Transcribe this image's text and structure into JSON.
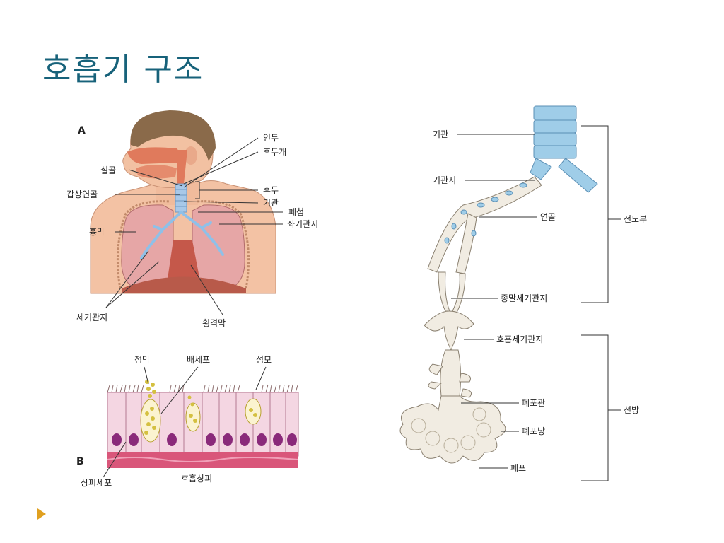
{
  "title": "호흡기 구조",
  "panel_a": {
    "letter": "A",
    "labels": {
      "pharynx": "인두",
      "epiglottis": "후두개",
      "hyoid": "설골",
      "larynx": "후두",
      "thyroid_cartilage": "갑상연골",
      "trachea": "기관",
      "lung_apex": "폐첨",
      "left_bronchus": "좌기관지",
      "pleura": "흉막",
      "bronchioles": "세기관지",
      "diaphragm": "횡격막"
    }
  },
  "panel_b": {
    "letter": "B",
    "labels": {
      "mucus": "점막",
      "goblet_cell": "배세포",
      "cilia": "섬모",
      "epithelial_cell": "상피세포",
      "respiratory_epithelium": "호흡상피"
    }
  },
  "airway": {
    "labels": {
      "trachea": "기관",
      "bronchus": "기관지",
      "cartilage": "연골",
      "terminal_bronchiole": "종말세기관지",
      "respiratory_bronchiole": "호흡세기관지",
      "alveolar_duct": "폐포관",
      "alveolar_sac": "폐포낭",
      "alveolus": "폐포"
    },
    "zones": {
      "conducting": "전도부",
      "respiratory": "선방"
    }
  },
  "colors": {
    "title": "#17627a",
    "rule": "#d9a24a",
    "bullet": "#e0a020",
    "airway_fill": "#f1ece2",
    "cartilage_blue": "#9fcde8"
  }
}
